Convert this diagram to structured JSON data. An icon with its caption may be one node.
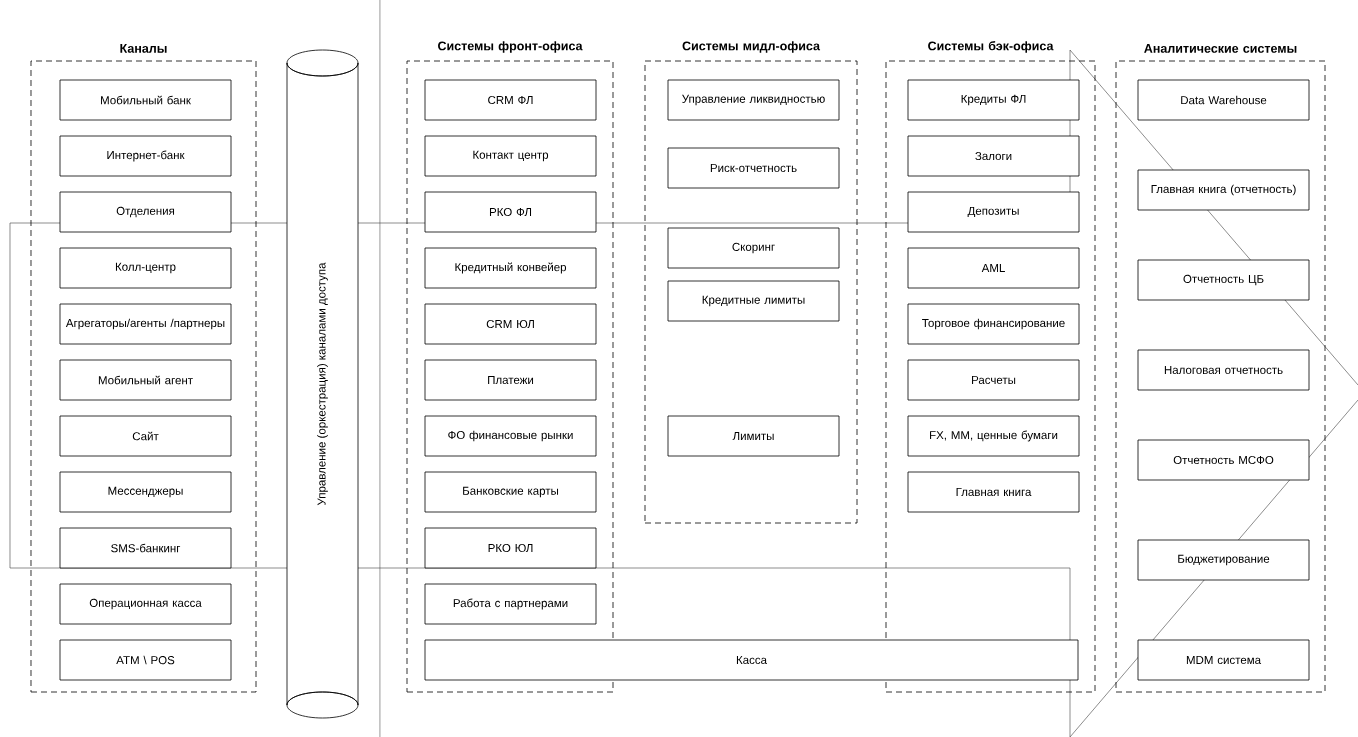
{
  "diagram": {
    "nodes": [
      {
        "text": [
          "Каналы"
        ]
      },
      {
        "text": [
          "Мобильный банк"
        ],
        "in": 0
      },
      {
        "text": [
          "Интернет-банк"
        ],
        "in": 0
      },
      {
        "text": [
          "Отделения"
        ],
        "in": 0
      },
      {
        "text": [
          "Колл-центр"
        ],
        "in": 0
      },
      {
        "text": [
          "Агрегаторы/агенты /партнеры"
        ],
        "in": 0
      },
      {
        "text": [
          "Мобильный агент"
        ],
        "in": 0
      },
      {
        "text": [
          "Сайт"
        ],
        "in": 0
      },
      {
        "text": [
          "Мессенджеры"
        ],
        "in": 0
      },
      {
        "text": [
          "SMS-банкинг"
        ],
        "in": 0
      },
      {
        "text": [
          "Операционная касса"
        ],
        "in": 0
      },
      {
        "text": [
          "ATM \\ POS"
        ],
        "in": 0
      },
      {
        "text": [
          "Управление (оркестрация) каналами доступа"
        ]
      },
      {
        "text": [
          "Системы фронт-офиса"
        ]
      },
      {
        "text": [
          "CRM ФЛ"
        ],
        "in": 13
      },
      {
        "text": [
          "Контакт центр"
        ],
        "in": 13
      },
      {
        "text": [
          "РКО ФЛ"
        ],
        "in": 13
      },
      {
        "text": [
          "Кредитный конвейер"
        ],
        "in": 13
      },
      {
        "text": [
          "CRM ЮЛ"
        ],
        "in": 13
      },
      {
        "text": [
          "Платежи"
        ],
        "in": 13
      },
      {
        "text": [
          "ФО финансовые рынки"
        ],
        "in": 13
      },
      {
        "text": [
          "Банковские карты"
        ],
        "in": 13
      },
      {
        "text": [
          "РКО ЮЛ"
        ],
        "in": 13
      },
      {
        "text": [
          "Работа с партнерами"
        ],
        "in": 13
      },
      {
        "text": [
          "Касса"
        ]
      },
      {
        "text": [
          "Системы мидл-офиса"
        ]
      },
      {
        "text": [
          "Управление ликвидностью"
        ],
        "in": 25
      },
      {
        "text": [
          "Риск-отчетность"
        ],
        "in": 25
      },
      {
        "text": [
          "Скоринг"
        ],
        "in": 25
      },
      {
        "text": [
          "Кредитные лимиты"
        ],
        "in": 25
      },
      {
        "text": [
          "Лимиты"
        ],
        "in": 25
      },
      {
        "text": [
          "Системы бэк-офиса"
        ]
      },
      {
        "text": [
          "Кредиты ФЛ"
        ],
        "in": 31
      },
      {
        "text": [
          "Залоги"
        ],
        "in": 31
      },
      {
        "text": [
          "Депозиты"
        ],
        "in": 31
      },
      {
        "text": [
          "AML"
        ],
        "in": 31
      },
      {
        "text": [
          "Торговое финансирование"
        ],
        "in": 31
      },
      {
        "text": [
          "Расчеты"
        ],
        "in": 31
      },
      {
        "text": [
          "FX, MM, ценные бумаги"
        ],
        "in": 31
      },
      {
        "text": [
          "Главная книга"
        ],
        "in": 31
      },
      {
        "text": [
          "Аналитические системы"
        ]
      },
      {
        "text": [
          "Data Warehouse"
        ],
        "in": 40
      },
      {
        "text": [
          "Главная книга (отчетность)"
        ],
        "in": 40
      },
      {
        "text": [
          "Отчетность ЦБ"
        ],
        "in": 40
      },
      {
        "text": [
          "Налоговая отчетность"
        ],
        "in": 40
      },
      {
        "text": [
          "Отчетность МСФО"
        ],
        "in": 40
      },
      {
        "text": [
          "Бюджетирование"
        ],
        "in": 40
      },
      {
        "text": [
          "MDM система"
        ],
        "in": 40
      }
    ]
  }
}
